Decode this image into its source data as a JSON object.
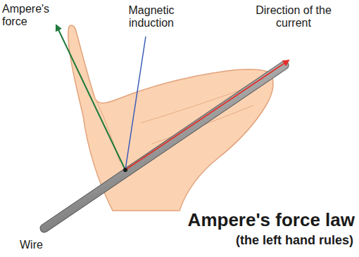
{
  "diagram": {
    "title": "Ampere's force law",
    "labels": [
      "Ampere's force",
      "Magnetic induction",
      "Direction of the current",
      "Wire",
      "(the left hand rules)"
    ]
  }
}
